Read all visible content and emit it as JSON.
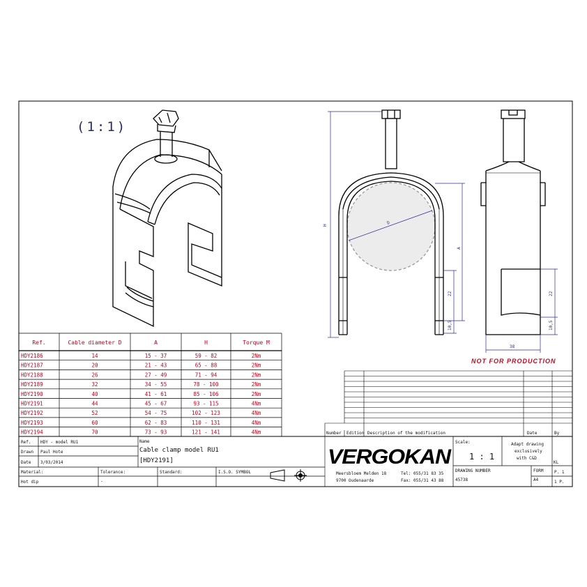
{
  "scale_badge": "(1:1)",
  "not_for_production": "NOT FOR PRODUCTION",
  "dims": {
    "H": "H",
    "A": "A",
    "D": "D",
    "dim22a": "22",
    "dim22b": "22",
    "dim10a": "10,5",
    "dim10b": "10,5",
    "dim38": "38"
  },
  "table": {
    "headers": [
      "Ref.",
      "Cable diameter D",
      "A",
      "H",
      "Torque M"
    ],
    "rows": [
      [
        "HDY2186",
        "14",
        "15 - 37",
        "59 - 82",
        "2Nm"
      ],
      [
        "HDY2187",
        "20",
        "21 - 43",
        "65 - 88",
        "2Nm"
      ],
      [
        "HDY2188",
        "26",
        "27 - 49",
        "71 - 94",
        "2Nm"
      ],
      [
        "HDY2189",
        "32",
        "34 - 55",
        "78 - 100",
        "2Nm"
      ],
      [
        "HDY2190",
        "40",
        "41 - 61",
        "85 - 106",
        "2Nm"
      ],
      [
        "HDY2191",
        "44",
        "45 - 67",
        "93 - 115",
        "4Nm"
      ],
      [
        "HDY2192",
        "52",
        "54 - 75",
        "102 - 123",
        "4Nm"
      ],
      [
        "HDY2193",
        "60",
        "62 - 83",
        "110 - 131",
        "4Nm"
      ],
      [
        "HDY2194",
        "70",
        "73 - 93",
        "121 - 141",
        "4Nm"
      ]
    ]
  },
  "revision": {
    "number": "Number",
    "edition": "Edition",
    "description": "Description of the modification",
    "date": "Date",
    "by": "By"
  },
  "title_block": {
    "ref_label": "Ref.",
    "ref_value": "HDY - model RU1",
    "drawn_label": "Drawn",
    "drawn_value": "Paul Hote",
    "date_label": "Date",
    "date_value": "3/03/2014",
    "name_label": "Name",
    "name_line1": "Cable clamp model RU1",
    "name_line2": "[HDY2191]",
    "material_label": "Material:",
    "tolerance_label": "Tolerance:",
    "tolerance_value": "-",
    "standard_label": "Standard:",
    "symbol_label": "I.S.O. SYMBOL",
    "finish_value": "Hot dip",
    "logo": "VERGOKAN",
    "addr1": "Meersbloem Melden 18",
    "addr2": "9700 Oudenaarde",
    "tel": "Tel: 055/31 83 35",
    "fax": "Fax: 055/31 43 88",
    "scale_label": "Scale:",
    "scale_value": "1 : 1",
    "adapt_line1": "Adapt drawing",
    "adapt_line2": "exclusively",
    "adapt_line3": "with C&D",
    "kl": "KL",
    "drawing_number_label": "DRAWING NUMBER",
    "drawing_number": "45738",
    "form_label": "FORM",
    "form_value": "A4",
    "page1": "P. 1",
    "page2": "1  P."
  }
}
